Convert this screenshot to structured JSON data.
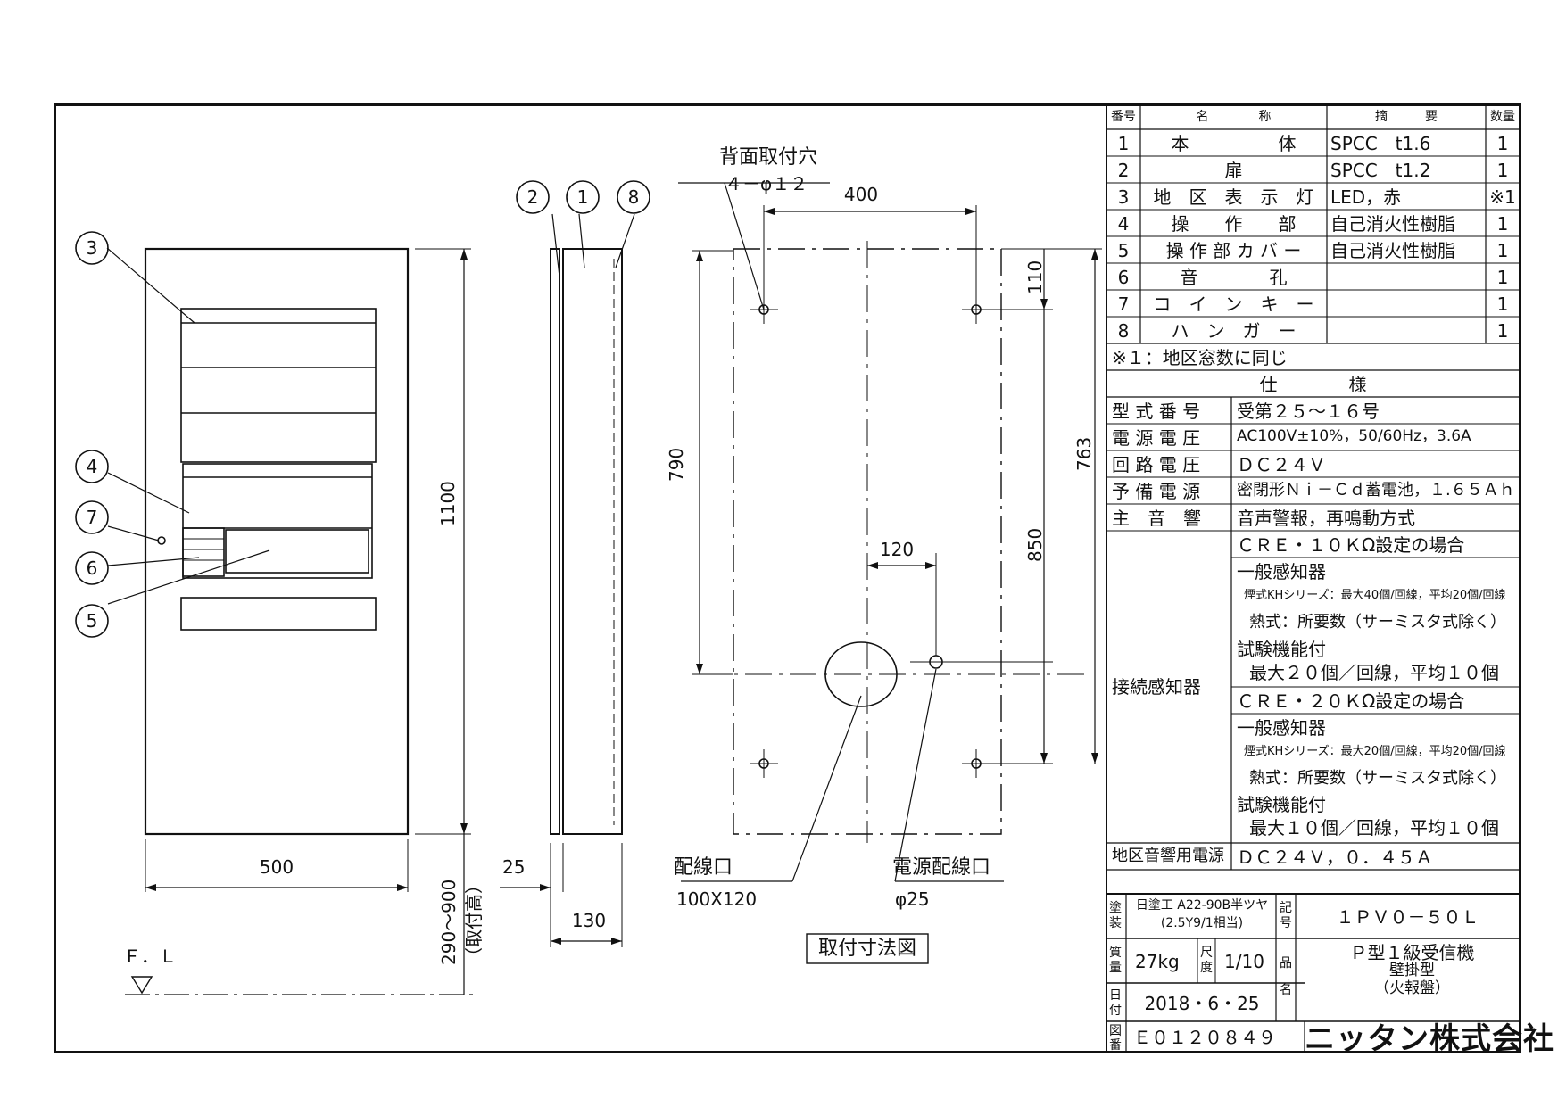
{
  "parts_header": {
    "no": "番号",
    "name": "名　　　　称",
    "spec": "摘　　　要",
    "qty": "数量"
  },
  "parts": [
    {
      "no": "1",
      "name": "本　　　　　体",
      "spec": "SPCC　t1.6",
      "qty": "1"
    },
    {
      "no": "2",
      "name": "扉",
      "spec": "SPCC　t1.2",
      "qty": "1"
    },
    {
      "no": "3",
      "name": "地　区　表　示　灯",
      "spec": "LED，赤",
      "qty": "※1"
    },
    {
      "no": "4",
      "name": "操　　作　　部",
      "spec": "自己消火性樹脂",
      "qty": "1"
    },
    {
      "no": "5",
      "name": "操 作 部 カ バ ー",
      "spec": "自己消火性樹脂",
      "qty": "1"
    },
    {
      "no": "6",
      "name": "音　　　　孔",
      "spec": "",
      "qty": "1"
    },
    {
      "no": "7",
      "name": "コ　イ　ン　キ　ー",
      "spec": "",
      "qty": "1"
    },
    {
      "no": "8",
      "name": "ハ　ン　ガ　ー",
      "spec": "",
      "qty": "1"
    }
  ],
  "parts_note": "※１：地区窓数に同じ",
  "spec_title": "仕　　　　様",
  "specs": [
    {
      "label": "型 式 番 号",
      "value": "受第２５～１６号"
    },
    {
      "label": "電 源 電 圧",
      "value": "AC100V±10%，50/60Hz，3.6A"
    },
    {
      "label": "回 路 電 圧",
      "value": "ＤＣ２４Ｖ"
    },
    {
      "label": "予 備 電 源",
      "value": "密閉形Ｎｉ－Ｃｄ蓄電池，１.６５Ａｈ"
    },
    {
      "label": "主　音　響",
      "value": "音声警報，再鳴動方式"
    }
  ],
  "detector_label": "接続感知器",
  "detector_lines": [
    "ＣＲＥ・１０ＫΩ設定の場合",
    "一般感知器",
    "煙式KHシリーズ：最大40個/回線，平均20個/回線",
    "熱式：所要数（サーミスタ式除く）",
    "試験機能付",
    "最大２０個／回線，平均１０個",
    "ＣＲＥ・２０ＫΩ設定の場合",
    "一般感知器",
    "煙式KHシリーズ：最大20個/回線，平均20個/回線",
    "熱式：所要数（サーミスタ式除く）",
    "試験機能付",
    "最大１０個／回線，平均１０個"
  ],
  "alarm_power": {
    "label": "地区音響用電源",
    "value": "ＤＣ２４Ｖ，０．４５Ａ"
  },
  "title_block": {
    "paint_label": "塗装",
    "paint_value_1": "日塗工 A22-90B半ツヤ",
    "paint_value_2": "(2.5Y9/1相当)",
    "symbol_label": "記号",
    "symbol_value": "１ＰＶ０－５０Ｌ",
    "mass_label": "質量",
    "mass_value": "27kg",
    "scale_label": "尺度",
    "scale_value": "1/10",
    "product_label": "品名",
    "product_1": "Ｐ型１級受信機",
    "product_2": "壁掛型",
    "product_3": "（火報盤）",
    "date_label": "日付",
    "date_value": "2018・6・25",
    "drawing_no_label": "図番",
    "drawing_no_value": "Ｅ０１２０８４９",
    "company": "ニッタン株式会社"
  },
  "drawing": {
    "front_width": "500",
    "front_height": "1100",
    "side_depth": "130",
    "door_thickness": "25",
    "mount_height": "290～900",
    "mount_height_note": "（取付高）",
    "floor_level": "Ｆ．Ｌ",
    "rear_hole_label": "背面取付穴",
    "rear_hole_spec": "４－φ１２",
    "hole_pitch_h": "400",
    "hole_offset_top": "110",
    "hole_pitch_v": "763",
    "hole_to_center": "790",
    "cable_height": "850",
    "cable_offset": "120",
    "wiring_hole_label": "配線口",
    "wiring_hole_size": "100X120",
    "power_hole_label": "電源配線口",
    "power_hole_size": "φ25",
    "mount_title": "取付寸法図",
    "callouts": [
      "1",
      "2",
      "3",
      "4",
      "5",
      "6",
      "7",
      "8"
    ]
  }
}
